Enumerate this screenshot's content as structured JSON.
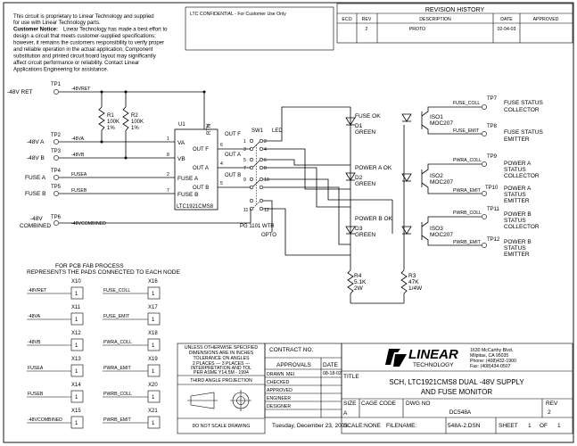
{
  "notice": {
    "lines": [
      "This circuit is proprietary to Linear Technology and supplied",
      "for use with Linear Technology parts.",
      "Linear Technology has made a best effort to",
      "design a circuit that meets customer-supplied specifications;",
      "however, it remains the customers responsibility to verify proper",
      "and reliable operation in the actual application, Component",
      "substitution and printed circuit board layout may significantly",
      "affect circuit performance or reliability. Contact Linear",
      "Applications Engineering for assistance."
    ],
    "bold_label": "Customer Notice:"
  },
  "confidential": "LTC CONFIDENTIAL - For Customer Use Only",
  "revision_history": {
    "title": "REVISION HISTORY",
    "headers": [
      "ECO",
      "REV",
      "DESCRIPTION",
      "DATE",
      "APPROVED"
    ],
    "row": [
      "",
      "2",
      "PROTO",
      "02-04-03",
      ""
    ]
  },
  "testpoints": [
    {
      "ref": "TP1",
      "label": "-48V RET",
      "net": "-48VRET"
    },
    {
      "ref": "TP2",
      "label": "-48V A",
      "net": "-48VA"
    },
    {
      "ref": "TP3",
      "label": "-48V B",
      "net": "-48VB"
    },
    {
      "ref": "TP4",
      "label": "FUSE A",
      "net": "FUSEA"
    },
    {
      "ref": "TP5",
      "label": "FUSE B",
      "net": "FUSEB"
    },
    {
      "ref": "TP6",
      "label": "-48V",
      "label2": "COMBINED",
      "net": "-48VCOMBINED"
    }
  ],
  "resistors": {
    "r1": [
      "R1",
      "100K",
      "1%"
    ],
    "r2": [
      "R2",
      "100K",
      "1%"
    ],
    "r3": [
      "R3",
      "47K",
      "1/4W"
    ],
    "r4": [
      "R4",
      "5.1K",
      "2W"
    ]
  },
  "u1": {
    "ref": "U1",
    "part": "LTC1921CMS8",
    "pin_rtn": "RTN",
    "pins_left": [
      "VA",
      "VB",
      "FUSE A",
      "FUSE B"
    ],
    "pins_left_num": [
      "1",
      "8",
      "2",
      "7"
    ],
    "pins_right": [
      "OUT F",
      "OUT A",
      "OUT B"
    ],
    "pins_right_num": [
      "6",
      "4",
      "5"
    ],
    "pin_top_num": "3"
  },
  "switch": {
    "ref": "SW1",
    "led_label": "LED",
    "out_labels": [
      "OUT F",
      "OUT A",
      "OUT B"
    ],
    "pins": [
      "1",
      "2",
      "3",
      "4",
      "5",
      "6",
      "7",
      "8",
      "9",
      "10",
      "11",
      "12"
    ],
    "part": "PG 1101 WTR",
    "opto_label": "OPTO"
  },
  "leds": [
    {
      "name": "FUSE OK",
      "ref": "D1",
      "color": "GREEN"
    },
    {
      "name": "POWER A OK",
      "ref": "D2",
      "color": "GREEN"
    },
    {
      "name": "POWER B OK",
      "ref": "D3",
      "color": "GREEN"
    }
  ],
  "isolators": [
    {
      "ref": "ISO1",
      "part": "MOC207",
      "tp_top": "TP7",
      "tp_bot": "TP8",
      "net_top": "FUSE_COLL",
      "net_bot": "FUSE_EMIT",
      "lbl_top": [
        "FUSE STATUS",
        "COLLECTOR"
      ],
      "lbl_bot": [
        "FUSE STATUS",
        "EMITTER"
      ]
    },
    {
      "ref": "ISO2",
      "part": "MOC207",
      "tp_top": "TP9",
      "tp_bot": "TP10",
      "net_top": "PWRA_COLL",
      "net_bot": "PWRA_EMIT",
      "lbl_top": [
        "POWER A",
        "STATUS",
        "COLLECTOR"
      ],
      "lbl_bot": [
        "POWER A",
        "STATUS",
        "EMITTER"
      ]
    },
    {
      "ref": "ISO3",
      "part": "MOC207",
      "tp_top": "TP11",
      "tp_bot": "TP12",
      "net_top": "PWRB_COLL",
      "net_bot": "PWRB_EMIT",
      "lbl_top": [
        "POWER B",
        "STATUS",
        "COLLECTOR"
      ],
      "lbl_bot": [
        "POWER B",
        "STATUS",
        "EMITTER"
      ]
    }
  ],
  "fab": {
    "title1": "FOR PCB FAB PROCESS",
    "title2": "REPRESENTS THE PADS CONNECTED TO EACH NODE",
    "left": [
      {
        "ref": "X10",
        "net": "-48VRET"
      },
      {
        "ref": "X11",
        "net": "-48VA"
      },
      {
        "ref": "X12",
        "net": "-48VB"
      },
      {
        "ref": "X13",
        "net": "FUSEA"
      },
      {
        "ref": "X14",
        "net": "FUSEB"
      },
      {
        "ref": "X15",
        "net": "-48VCOMBINED"
      }
    ],
    "right": [
      {
        "ref": "X16",
        "net": "FUSE_COLL"
      },
      {
        "ref": "X17",
        "net": "FUSE_EMIT"
      },
      {
        "ref": "X18",
        "net": "PWRA_COLL"
      },
      {
        "ref": "X19",
        "net": "PWRA_EMIT"
      },
      {
        "ref": "X20",
        "net": "PWRB_COLL"
      },
      {
        "ref": "X21",
        "net": "PWRB_EMIT"
      }
    ],
    "pin": "1"
  },
  "title_block": {
    "tolerance": [
      "UNLESS OTHERWISE SPECIFIED",
      "DIMENSIONS ARE IN INCHES",
      "TOLERANCE ON ANGLES",
      "2 PLACES --- 3 PLACES ---",
      "INTERPRETATION AND TOL",
      "PER ASME Y14.5M - 1994"
    ],
    "projection": "THIRD ANGLE PROJECTION",
    "no_scale": "DO NOT SCALE DRAWING",
    "contract": "CONTRACT NO.",
    "approvals": "APPROVALS",
    "date_hdr": "DATE",
    "drawn": "DRAWN",
    "drawn_by": "MEI",
    "drawn_date": "08-18-02",
    "checked": "CHECKED",
    "approved": "APPROVED",
    "engineer": "ENGINEER",
    "designer": "DESIGNER",
    "print_date": "Tuesday, December 23, 2003",
    "company": "LINEAR",
    "technology": "TECHNOLOGY",
    "address": [
      "1630 McCarthy Blvd.",
      "Milpitas, CA 95035",
      "Phone: (408)432-1900",
      "Fax: (408)434-0507"
    ],
    "title_lbl": "TITLE",
    "title": [
      "SCH, LTC1921CMS8 DUAL -48V SUPPLY",
      "AND FUSE MONITOR"
    ],
    "size_lbl": "SIZE",
    "size": "A",
    "cage_lbl": "CAGE CODE",
    "dwg_lbl": "DWG NO",
    "dwg": "DC548A",
    "rev_lbl": "REV",
    "rev": "2",
    "scale": "SCALE:NONE",
    "filename_lbl": "FILENAME:",
    "filename": "548A-2.DSN",
    "sheet_lbl": "SHEET",
    "sheet": "1",
    "of_lbl": "OF",
    "of": "1"
  }
}
